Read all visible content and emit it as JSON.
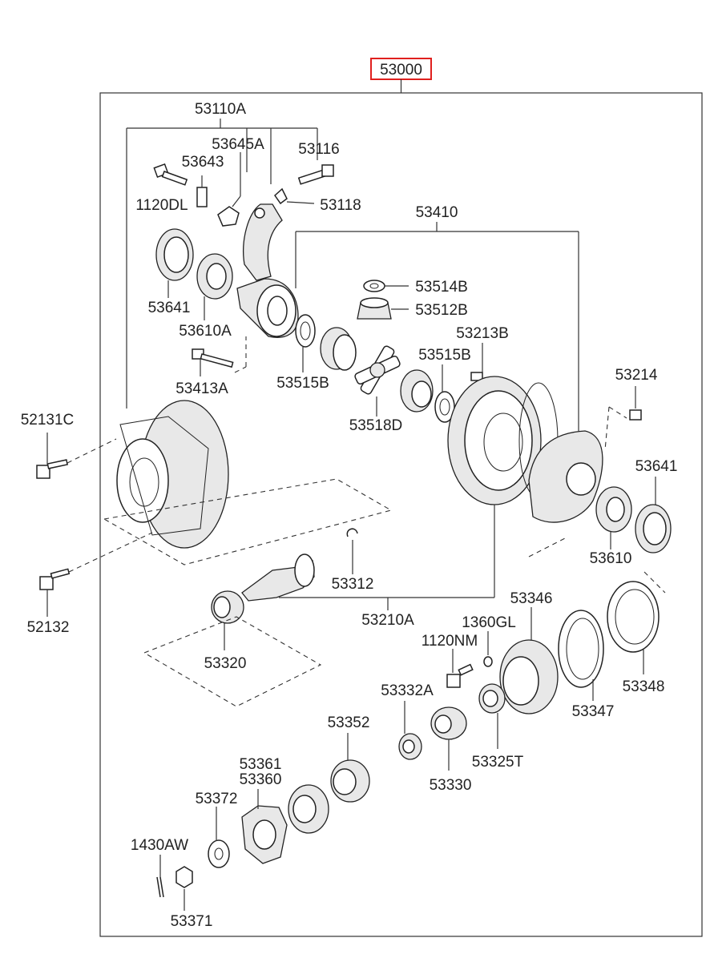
{
  "assembly": {
    "number": "53000",
    "highlight_color": "#e0201e"
  },
  "labels": {
    "p53110A": "53110A",
    "p53645A": "53645A",
    "p53643": "53643",
    "p53116": "53116",
    "p1120DL": "1120DL",
    "p53118": "53118",
    "p53410": "53410",
    "p53641a": "53641",
    "p53610A": "53610A",
    "p53514B": "53514B",
    "p53512B": "53512B",
    "p53213B": "53213B",
    "p53515Ba": "53515B",
    "p53413A": "53413A",
    "p53515Bb": "53515B",
    "p53214": "53214",
    "p52131C": "52131C",
    "p53518D": "53518D",
    "p53641b": "53641",
    "p53610": "53610",
    "p53312": "53312",
    "p53346": "53346",
    "p53210A": "53210A",
    "p1360GL": "1360GL",
    "p52132": "52132",
    "p1120NM": "1120NM",
    "p53320": "53320",
    "p53332A": "53332A",
    "p53348": "53348",
    "p53347": "53347",
    "p53352": "53352",
    "p53325T": "53325T",
    "p53361": "53361",
    "p53360": "53360",
    "p53330": "53330",
    "p53372": "53372",
    "p1430AW": "1430AW",
    "p53371": "53371"
  }
}
